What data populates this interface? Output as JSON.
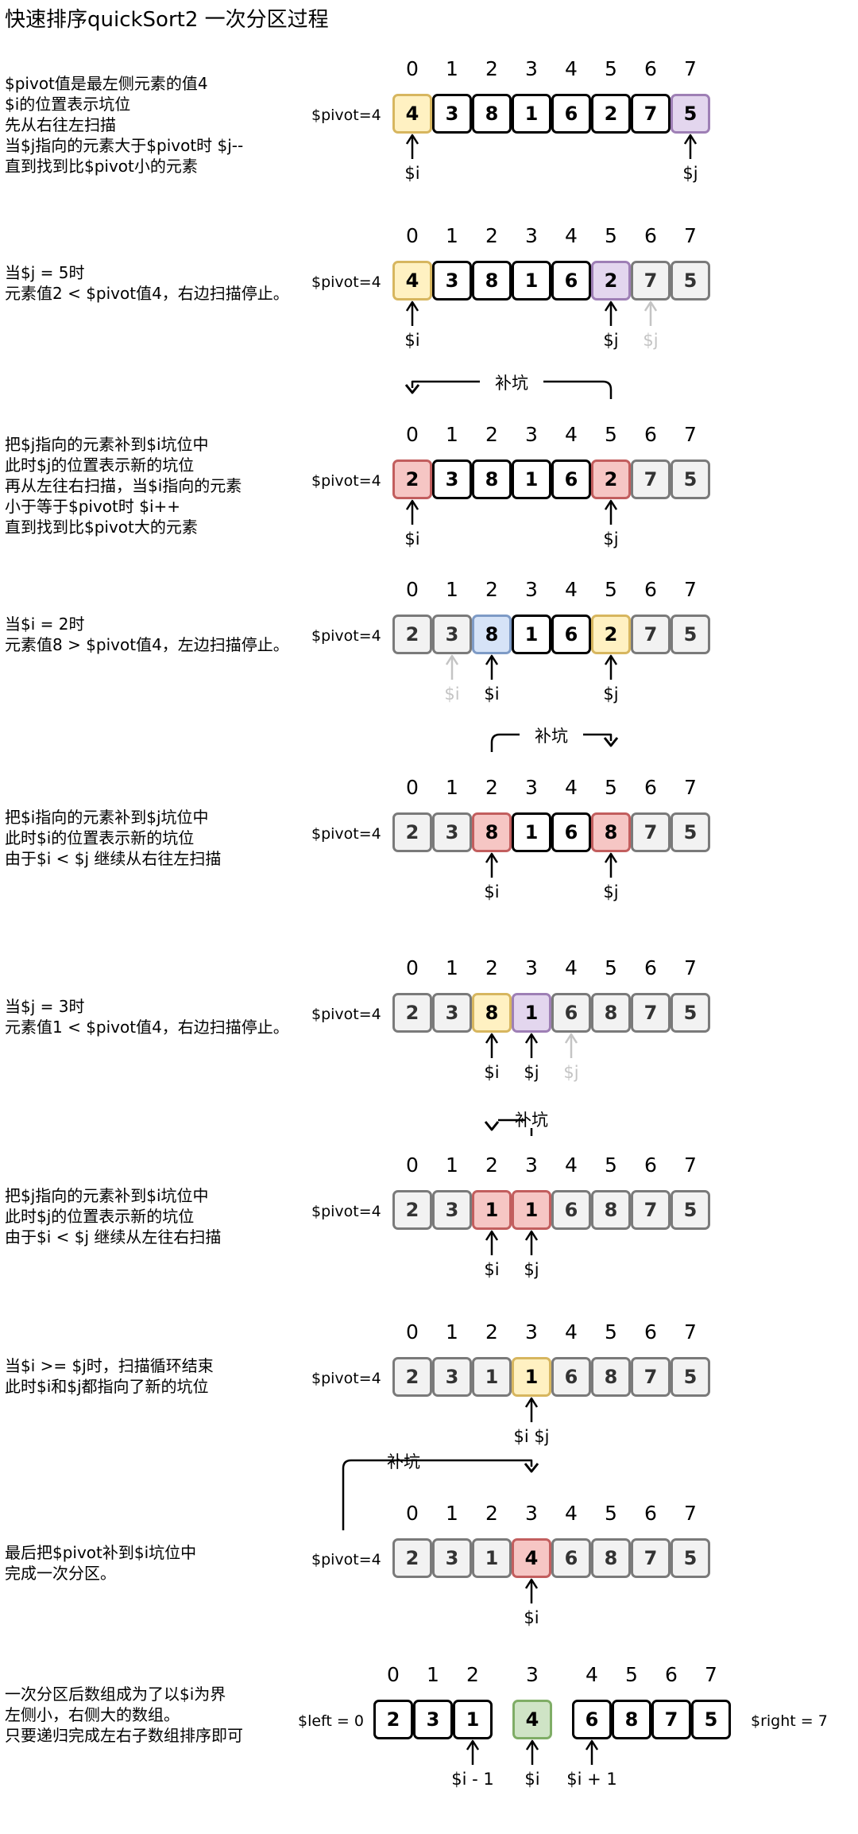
{
  "title": "快速排序quickSort2 一次分区过程",
  "colors": {
    "white": "#ffffff",
    "gray": "#f2f2f2",
    "yellow": "#fff1c2",
    "purple": "#e3d6ee",
    "red": "#f6c6c4",
    "blue": "#d6e3f7",
    "green": "#cfe4c6",
    "border": "#000000",
    "border_gray": "#7a7a7a",
    "border_yellow": "#d7b65f",
    "border_purple": "#9e7fb5",
    "border_red": "#c25e5e",
    "border_blue": "#7e9bc6",
    "border_green": "#7fad66"
  },
  "steps": [
    {
      "desc": [
        "$pivot值是最左侧元素的值4",
        "$i的位置表示坑位",
        "先从右往左扫描",
        "当$j指向的元素大于$pivot时 $j--",
        "直到找到比$pivot小的元素"
      ],
      "pivot_label": "$pivot=4",
      "indices": [
        "0",
        "1",
        "2",
        "3",
        "4",
        "5",
        "6",
        "7"
      ],
      "cells": [
        {
          "v": "4",
          "c": "yellow"
        },
        {
          "v": "3",
          "c": "white"
        },
        {
          "v": "8",
          "c": "white"
        },
        {
          "v": "1",
          "c": "white"
        },
        {
          "v": "6",
          "c": "white"
        },
        {
          "v": "2",
          "c": "white"
        },
        {
          "v": "7",
          "c": "white"
        },
        {
          "v": "5",
          "c": "purple"
        }
      ],
      "pointers": [
        {
          "at": 0,
          "label": "$i"
        },
        {
          "at": 7,
          "label": "$j"
        }
      ]
    },
    {
      "desc": [
        "当$j = 5时",
        "元素值2 < $pivot值4，右边扫描停止。"
      ],
      "pivot_label": "$pivot=4",
      "indices": [
        "0",
        "1",
        "2",
        "3",
        "4",
        "5",
        "6",
        "7"
      ],
      "cells": [
        {
          "v": "4",
          "c": "yellow"
        },
        {
          "v": "3",
          "c": "white"
        },
        {
          "v": "8",
          "c": "white"
        },
        {
          "v": "1",
          "c": "white"
        },
        {
          "v": "6",
          "c": "white"
        },
        {
          "v": "2",
          "c": "purple"
        },
        {
          "v": "7",
          "c": "gray"
        },
        {
          "v": "5",
          "c": "gray"
        }
      ],
      "pointers": [
        {
          "at": 0,
          "label": "$i"
        },
        {
          "at": 5,
          "label": "$j"
        },
        {
          "at": 6,
          "label": "$j",
          "ghost": true
        }
      ]
    },
    {
      "desc": [
        "把$j指向的元素补到$i坑位中",
        "此时$j的位置表示新的坑位",
        "再从左往右扫描，当$i指向的元素",
        "小于等于$pivot时 $i++",
        "直到找到比$pivot大的元素"
      ],
      "pivot_label": "$pivot=4",
      "indices": [
        "0",
        "1",
        "2",
        "3",
        "4",
        "5",
        "6",
        "7"
      ],
      "cells": [
        {
          "v": "2",
          "c": "red"
        },
        {
          "v": "3",
          "c": "white"
        },
        {
          "v": "8",
          "c": "white"
        },
        {
          "v": "1",
          "c": "white"
        },
        {
          "v": "6",
          "c": "white"
        },
        {
          "v": "2",
          "c": "red"
        },
        {
          "v": "7",
          "c": "gray"
        },
        {
          "v": "5",
          "c": "gray"
        }
      ],
      "pointers": [
        {
          "at": 0,
          "label": "$i"
        },
        {
          "at": 5,
          "label": "$j"
        }
      ],
      "bracket": {
        "from": 5,
        "to": 0,
        "label": "补坑"
      }
    },
    {
      "desc": [
        "当$i = 2时",
        "元素值8 > $pivot值4，左边扫描停止。"
      ],
      "pivot_label": "$pivot=4",
      "indices": [
        "0",
        "1",
        "2",
        "3",
        "4",
        "5",
        "6",
        "7"
      ],
      "cells": [
        {
          "v": "2",
          "c": "gray"
        },
        {
          "v": "3",
          "c": "gray"
        },
        {
          "v": "8",
          "c": "blue"
        },
        {
          "v": "1",
          "c": "white"
        },
        {
          "v": "6",
          "c": "white"
        },
        {
          "v": "2",
          "c": "yellow"
        },
        {
          "v": "7",
          "c": "gray"
        },
        {
          "v": "5",
          "c": "gray"
        }
      ],
      "pointers": [
        {
          "at": 1,
          "label": "$i",
          "ghost": true
        },
        {
          "at": 2,
          "label": "$i"
        },
        {
          "at": 5,
          "label": "$j"
        }
      ]
    },
    {
      "desc": [
        "把$i指向的元素补到$j坑位中",
        "此时$i的位置表示新的坑位",
        "由于$i < $j 继续从右往左扫描"
      ],
      "pivot_label": "$pivot=4",
      "indices": [
        "0",
        "1",
        "2",
        "3",
        "4",
        "5",
        "6",
        "7"
      ],
      "cells": [
        {
          "v": "2",
          "c": "gray"
        },
        {
          "v": "3",
          "c": "gray"
        },
        {
          "v": "8",
          "c": "red"
        },
        {
          "v": "1",
          "c": "white"
        },
        {
          "v": "6",
          "c": "white"
        },
        {
          "v": "8",
          "c": "red"
        },
        {
          "v": "7",
          "c": "gray"
        },
        {
          "v": "5",
          "c": "gray"
        }
      ],
      "pointers": [
        {
          "at": 2,
          "label": "$i"
        },
        {
          "at": 5,
          "label": "$j"
        }
      ],
      "bracket": {
        "from": 2,
        "to": 5,
        "label": "补坑"
      }
    },
    {
      "desc": [
        "当$j = 3时",
        "元素值1 < $pivot值4，右边扫描停止。"
      ],
      "pivot_label": "$pivot=4",
      "indices": [
        "0",
        "1",
        "2",
        "3",
        "4",
        "5",
        "6",
        "7"
      ],
      "cells": [
        {
          "v": "2",
          "c": "gray"
        },
        {
          "v": "3",
          "c": "gray"
        },
        {
          "v": "8",
          "c": "yellow"
        },
        {
          "v": "1",
          "c": "purple"
        },
        {
          "v": "6",
          "c": "gray"
        },
        {
          "v": "8",
          "c": "gray"
        },
        {
          "v": "7",
          "c": "gray"
        },
        {
          "v": "5",
          "c": "gray"
        }
      ],
      "pointers": [
        {
          "at": 2,
          "label": "$i"
        },
        {
          "at": 3,
          "label": "$j"
        },
        {
          "at": 4,
          "label": "$j",
          "ghost": true
        }
      ]
    },
    {
      "desc": [
        "把$j指向的元素补到$i坑位中",
        "此时$j的位置表示新的坑位",
        "由于$i < $j 继续从左往右扫描"
      ],
      "pivot_label": "$pivot=4",
      "indices": [
        "0",
        "1",
        "2",
        "3",
        "4",
        "5",
        "6",
        "7"
      ],
      "cells": [
        {
          "v": "2",
          "c": "gray"
        },
        {
          "v": "3",
          "c": "gray"
        },
        {
          "v": "1",
          "c": "red"
        },
        {
          "v": "1",
          "c": "red"
        },
        {
          "v": "6",
          "c": "gray"
        },
        {
          "v": "8",
          "c": "gray"
        },
        {
          "v": "7",
          "c": "gray"
        },
        {
          "v": "5",
          "c": "gray"
        }
      ],
      "pointers": [
        {
          "at": 2,
          "label": "$i"
        },
        {
          "at": 3,
          "label": "$j"
        }
      ],
      "bracket": {
        "from": 3,
        "to": 2,
        "label": "补坑"
      }
    },
    {
      "desc": [
        "当$i >= $j时，扫描循环结束",
        "此时$i和$j都指向了新的坑位"
      ],
      "pivot_label": "$pivot=4",
      "indices": [
        "0",
        "1",
        "2",
        "3",
        "4",
        "5",
        "6",
        "7"
      ],
      "cells": [
        {
          "v": "2",
          "c": "gray"
        },
        {
          "v": "3",
          "c": "gray"
        },
        {
          "v": "1",
          "c": "gray"
        },
        {
          "v": "1",
          "c": "yellow"
        },
        {
          "v": "6",
          "c": "gray"
        },
        {
          "v": "8",
          "c": "gray"
        },
        {
          "v": "7",
          "c": "gray"
        },
        {
          "v": "5",
          "c": "gray"
        }
      ],
      "pointers": [
        {
          "at": 3,
          "label": "$i  $j"
        }
      ]
    },
    {
      "desc": [
        "最后把$pivot补到$i坑位中",
        "完成一次分区。"
      ],
      "pivot_label": "$pivot=4",
      "indices": [
        "0",
        "1",
        "2",
        "3",
        "4",
        "5",
        "6",
        "7"
      ],
      "cells": [
        {
          "v": "2",
          "c": "gray"
        },
        {
          "v": "3",
          "c": "gray"
        },
        {
          "v": "1",
          "c": "gray"
        },
        {
          "v": "4",
          "c": "red"
        },
        {
          "v": "6",
          "c": "gray"
        },
        {
          "v": "8",
          "c": "gray"
        },
        {
          "v": "7",
          "c": "gray"
        },
        {
          "v": "5",
          "c": "gray"
        }
      ],
      "pointers": [
        {
          "at": 3,
          "label": "$i"
        }
      ],
      "bracket": {
        "from": "pivot",
        "to": 3,
        "label": "补坑"
      }
    }
  ],
  "final": {
    "desc": [
      "一次分区后数组成为了以$i为界",
      "左侧小，右侧大的数组。",
      "只要递归完成左右子数组排序即可"
    ],
    "left_label": "$left = 0",
    "right_label": "$right = 7",
    "groups": [
      {
        "indices": [
          "0",
          "1",
          "2"
        ],
        "cells": [
          {
            "v": "2",
            "c": "white"
          },
          {
            "v": "3",
            "c": "white"
          },
          {
            "v": "1",
            "c": "white"
          }
        ]
      },
      {
        "indices": [
          "3"
        ],
        "cells": [
          {
            "v": "4",
            "c": "green"
          }
        ]
      },
      {
        "indices": [
          "4",
          "5",
          "6",
          "7"
        ],
        "cells": [
          {
            "v": "6",
            "c": "white"
          },
          {
            "v": "8",
            "c": "white"
          },
          {
            "v": "7",
            "c": "white"
          },
          {
            "v": "5",
            "c": "white"
          }
        ]
      }
    ],
    "pointers": [
      "$i - 1",
      "$i",
      "$i + 1"
    ]
  }
}
